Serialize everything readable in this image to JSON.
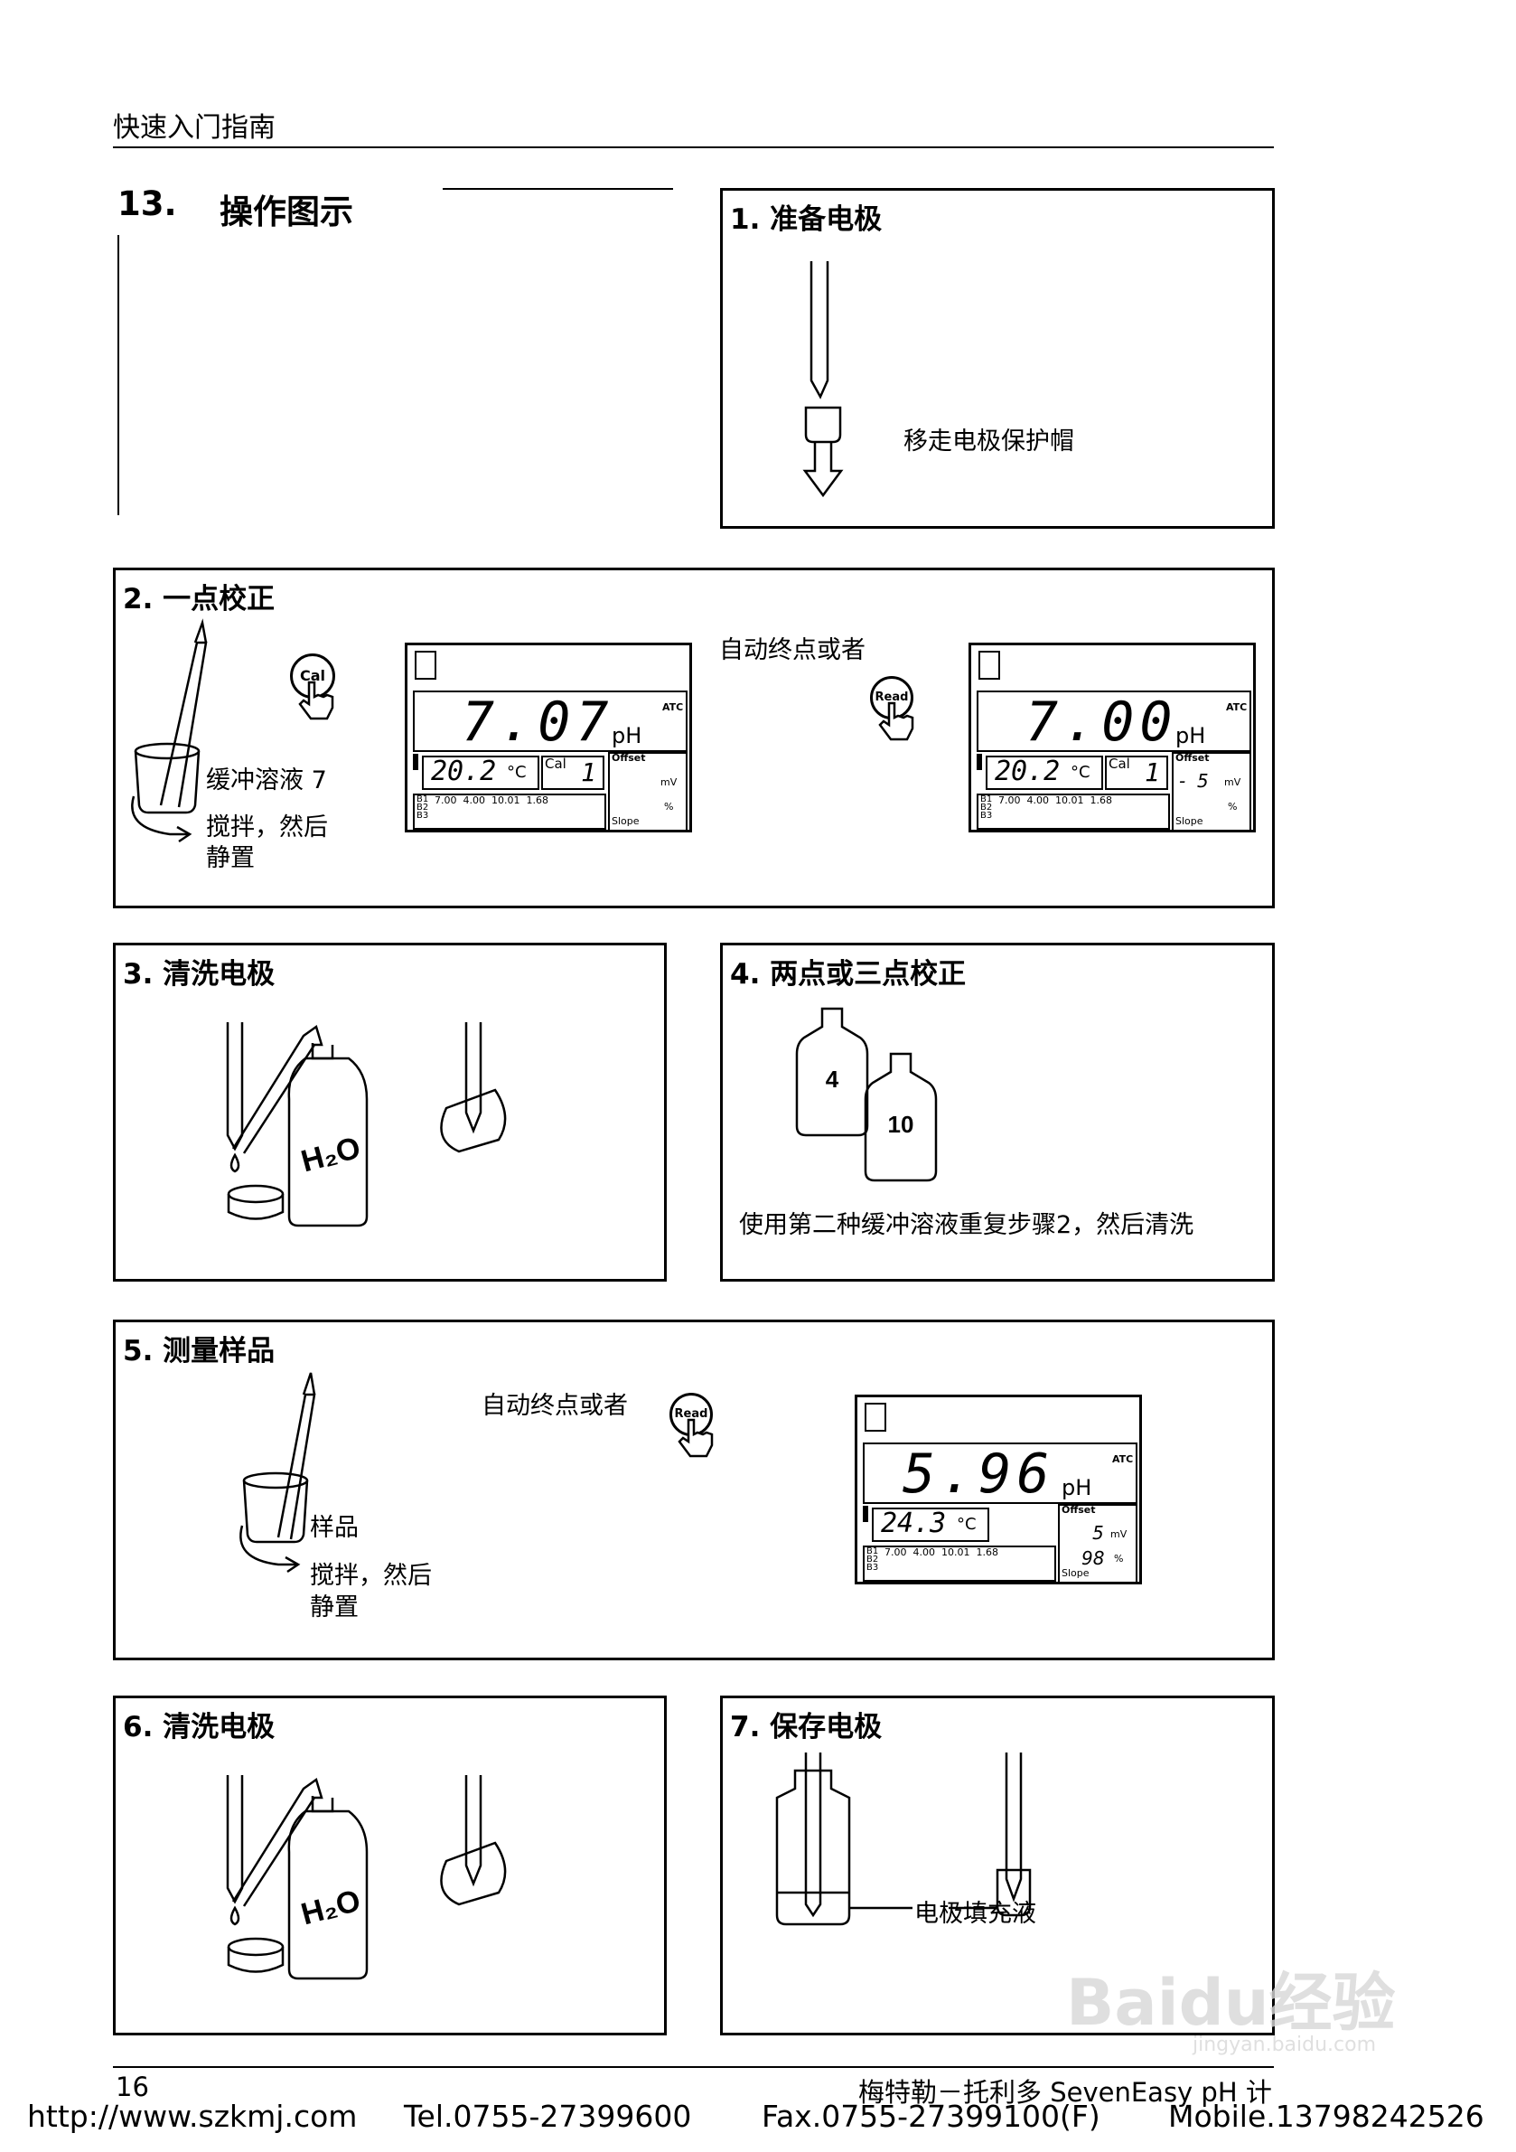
{
  "header": {
    "title": "快速入门指南"
  },
  "section": {
    "number": "13.",
    "title": "操作图示"
  },
  "box1": {
    "title": "1. 准备电极",
    "label": "移走电极保护帽"
  },
  "box2": {
    "title": "2. 一点校正",
    "cal_button": "Cal",
    "read_button": "Read",
    "buffer_label": "缓冲溶液 7",
    "stir_label_1": "搅拌，然后",
    "stir_label_2": "静置",
    "auto_label": "自动终点或者",
    "display1": {
      "value": "7.07",
      "unit": "pH",
      "temp": "20.2",
      "temp_unit": "°C",
      "cal_label": "Cal",
      "cal_value": "1",
      "atc": "ATC",
      "offset": "Offset",
      "mv": "mV",
      "pct": "%",
      "slope": "Slope",
      "b1": "B1",
      "b2": "B2",
      "b3": "B3",
      "buffers": "7.00  4.00  10.01  1.68",
      "offset_value": "",
      "slope_value": ""
    },
    "display2": {
      "value": "7.00",
      "unit": "pH",
      "temp": "20.2",
      "temp_unit": "°C",
      "cal_label": "Cal",
      "cal_value": "1",
      "atc": "ATC",
      "offset": "Offset",
      "mv": "mV",
      "pct": "%",
      "slope": "Slope",
      "b1": "B1",
      "b2": "B2",
      "b3": "B3",
      "buffers": "7.00  4.00  10.01  1.68",
      "offset_value": "-  5",
      "slope_value": ""
    }
  },
  "box3": {
    "title": "3. 清洗电极",
    "bottle_label": "H₂O"
  },
  "box4": {
    "title": "4. 两点或三点校正",
    "bottle1": "4",
    "bottle2": "10",
    "caption": "使用第二种缓冲溶液重复步骤2，然后清洗"
  },
  "box5": {
    "title": "5. 测量样品",
    "read_button": "Read",
    "sample_label": "样品",
    "stir_label_1": "搅拌，然后",
    "stir_label_2": "静置",
    "auto_label": "自动终点或者",
    "display": {
      "value": "5.96",
      "unit": "pH",
      "temp": "24.3",
      "temp_unit": "°C",
      "atc": "ATC",
      "offset": "Offset",
      "mv": "mV",
      "pct": "%",
      "slope": "Slope",
      "b1": "B1",
      "b2": "B2",
      "b3": "B3",
      "buffers": "7.00  4.00  10.01  1.68",
      "offset_value": "5",
      "slope_value": "98"
    }
  },
  "box6": {
    "title": "6. 清洗电极",
    "bottle_label": "H₂O"
  },
  "box7": {
    "title": "7. 保存电极",
    "label": "电极填充液"
  },
  "footer": {
    "page": "16",
    "product": "梅特勒－托利多 SevenEasy pH 计"
  },
  "contact": {
    "web": "http://www.szkmj.com",
    "tel": "Tel.0755-27399600",
    "fax": "Fax.0755-27399100(F)",
    "mobile": "Mobile.13798242526"
  },
  "watermark": {
    "text": "Baidu经验",
    "url": "jingyan.baidu.com"
  }
}
